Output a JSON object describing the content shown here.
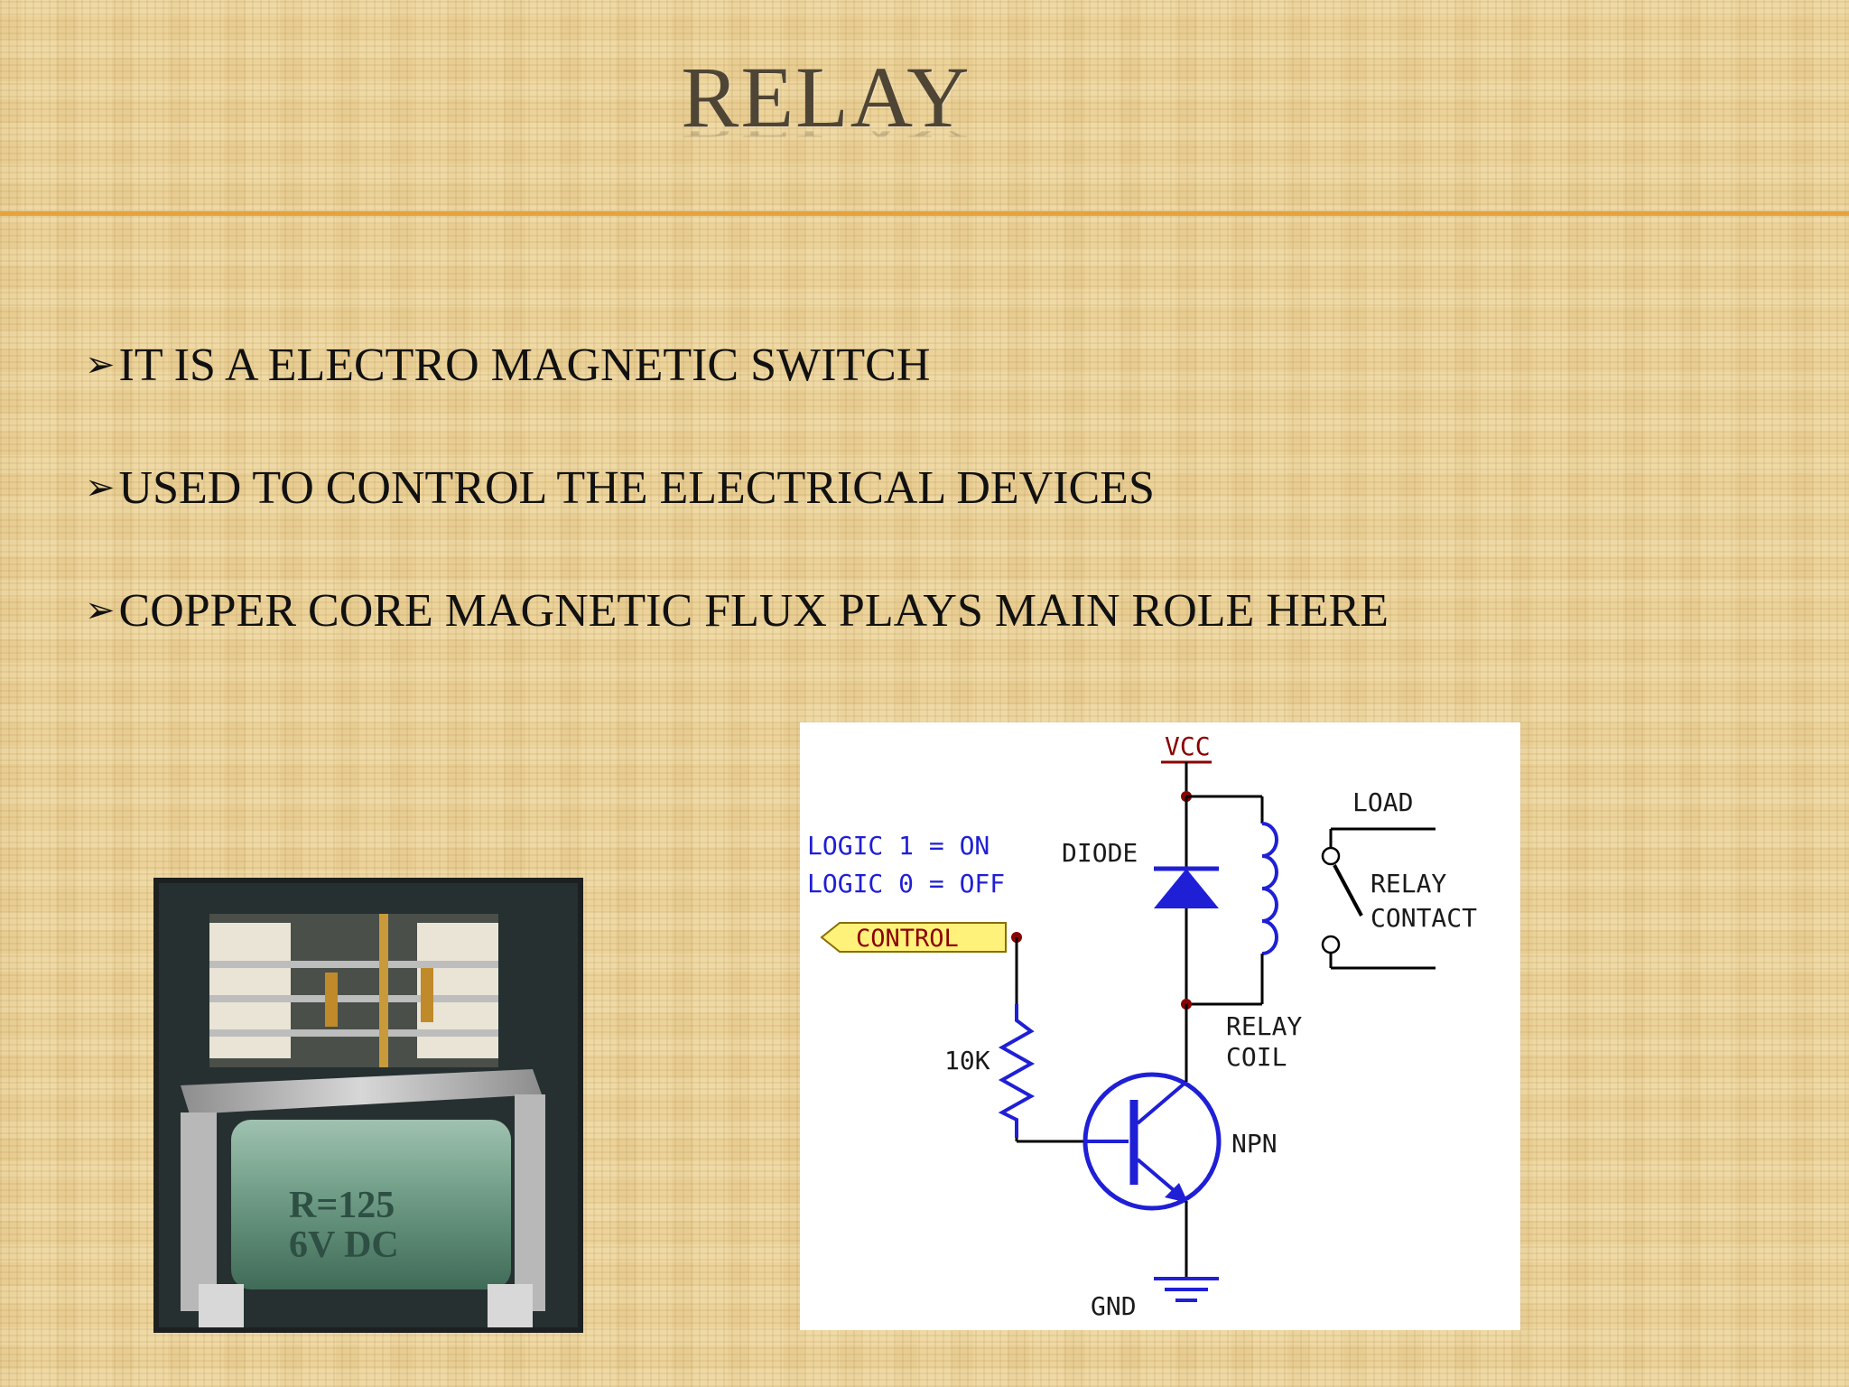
{
  "slide": {
    "title": "RELAY",
    "bullets": [
      "IT IS A ELECTRO MAGNETIC SWITCH",
      "USED TO  CONTROL THE ELECTRICAL DEVICES",
      "COPPER CORE MAGNETIC FLUX PLAYS MAIN ROLE HERE"
    ],
    "bullet_icon": "arrow-bullet-icon"
  },
  "photo": {
    "label_line1": "R=125",
    "label_line2": "6V  DC"
  },
  "circuit": {
    "vcc": "VCC",
    "logic_on": "LOGIC 1 = ON",
    "logic_off": "LOGIC 0 = OFF",
    "control": "CONTROL",
    "diode": "DIODE",
    "load": "LOAD",
    "relay_contact_1": "RELAY",
    "relay_contact_2": "CONTACT",
    "relay_coil_1": "RELAY",
    "relay_coil_2": "COIL",
    "resistor": "10K",
    "npn": "NPN",
    "gnd": "GND"
  },
  "colors": {
    "title": "#4f4535",
    "rule": "#e8a23a",
    "wire": "#000000",
    "component": "#1f1fd6",
    "vcc": "#8b0000",
    "control_tag": "#fff27a"
  }
}
